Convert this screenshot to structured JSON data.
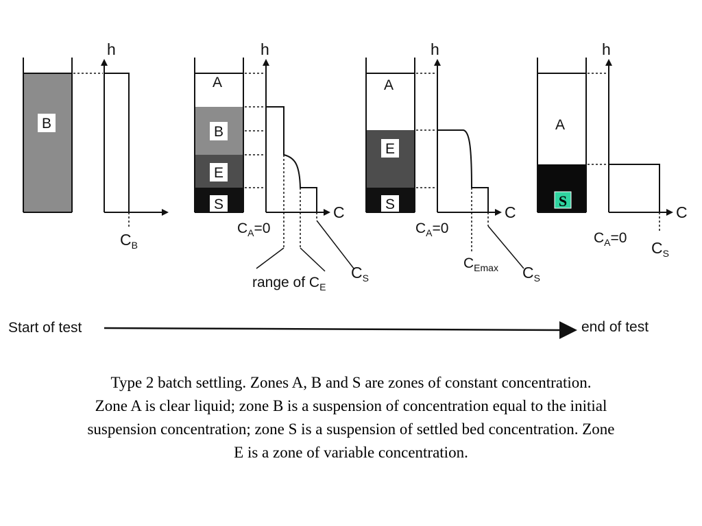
{
  "colors": {
    "zone_b": "#8c8c8c",
    "zone_e": "#4d4d4d",
    "zone_s": "#111111",
    "zone_s_final": "#0b0b0b",
    "s_highlight": "#2fd4a0",
    "ink": "#111111"
  },
  "stage1": {
    "zone_b": "B",
    "axis_h": "h",
    "conc_label": "C",
    "conc_sub": "B"
  },
  "stage2": {
    "zone_a": "A",
    "zone_b": "B",
    "zone_e": "E",
    "zone_s": "S",
    "axis_h": "h",
    "axis_c": "C",
    "ca_label": "C",
    "ca_sub": "A",
    "ca_value": "=0",
    "range_text": "range of C",
    "range_sub": "E",
    "cs_label": "C",
    "cs_sub": "S"
  },
  "stage3": {
    "zone_a": "A",
    "zone_e": "E",
    "zone_s": "S",
    "axis_h": "h",
    "axis_c": "C",
    "ca_label": "C",
    "ca_sub": "A",
    "ca_value": "=0",
    "cemax_label": "C",
    "cemax_sub": "Emax",
    "cs_label": "C",
    "cs_sub": "S"
  },
  "stage4": {
    "zone_a": "A",
    "zone_s": "S",
    "axis_h": "h",
    "axis_c": "C",
    "ca_label": "C",
    "ca_sub": "A",
    "ca_value": "=0",
    "cs_label": "C",
    "cs_sub": "S"
  },
  "timeline": {
    "start": "Start of test",
    "end": "end of test"
  },
  "caption": {
    "line1": "Type 2 batch settling. Zones A, B and S are zones of constant concentration.",
    "line2": "Zone A is clear liquid; zone B is a suspension of concentration equal to the initial",
    "line3": "suspension concentration; zone S is a suspension of settled bed concentration. Zone",
    "line4": "E is a zone of variable concentration."
  }
}
